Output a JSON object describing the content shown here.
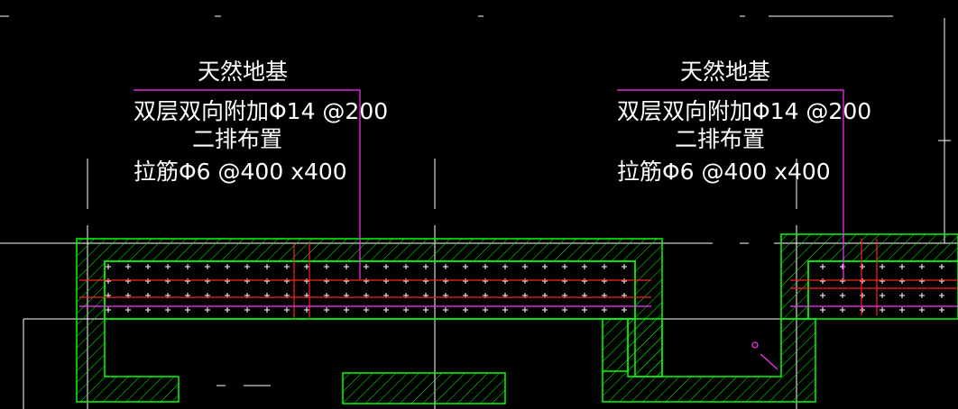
{
  "drawing": {
    "background": "#000000",
    "colors": {
      "outline": "#00ff00",
      "hatch": "#00ff00",
      "fill_mark": "#ffffff",
      "rebar": "#ff2020",
      "leader": "#ff33ff",
      "axis": "#ffffff",
      "text": "#ffffff"
    },
    "notes": [
      {
        "title": "天然地基",
        "lines": [
          "双层双向附加Φ14 @200",
          "二排布置",
          "拉筋Φ6 @400 x400"
        ]
      },
      {
        "title": "天然地基",
        "lines": [
          "双层双向附加Φ14 @200",
          "二排布置",
          "拉筋Φ6 @400 x400"
        ]
      }
    ]
  }
}
